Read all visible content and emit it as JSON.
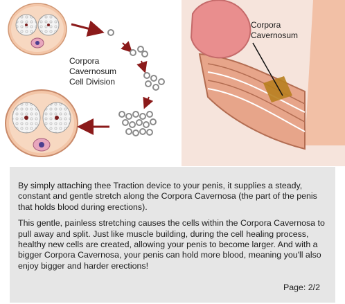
{
  "labels": {
    "division": [
      "Corpora",
      "Cavernosum",
      "Cell Division"
    ],
    "anatomy": [
      "Corpora",
      "Cavernosum"
    ]
  },
  "description": {
    "paragraph1": "By simply attaching thee            Traction device to your penis, it supplies a steady, constant and gentle stretch along the Corpora Cavernosa (the part of the penis that holds blood during erections).",
    "paragraph2": "This gentle, painless stretching causes the cells within the Corpora Cavernosa to pull away and split. Just like muscle building, during the cell healing process, healthy new cells are created, allowing your penis to become larger. And with a bigger Corpora Cavernosa, your penis can hold more blood, meaning you'll also enjoy bigger and harder erections!",
    "page": "Page: 2/2"
  },
  "colors": {
    "arrow": "#8b1a1a",
    "skin": "#f0b69f",
    "tissue": "#d99a7a",
    "glans": "#e98e8e",
    "highlight": "#b8801f",
    "panel": "#e6e6e6"
  }
}
